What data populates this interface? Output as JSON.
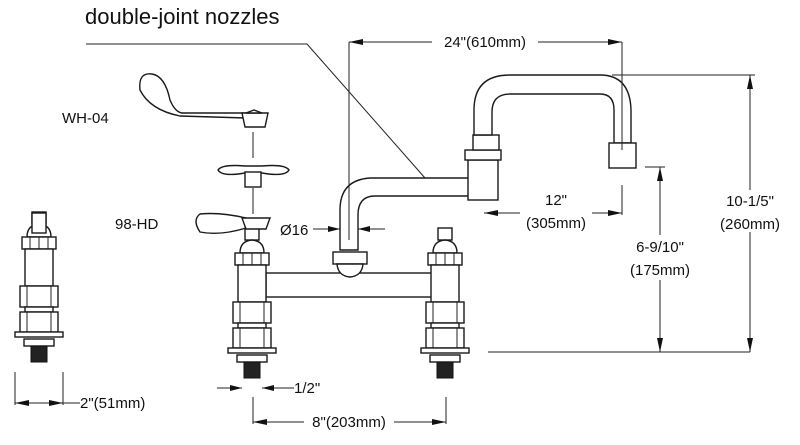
{
  "title": "double-joint nozzles",
  "handles": {
    "wh04": "WH-04",
    "hd98": "98-HD"
  },
  "dimensions": {
    "overall_reach": "24\"(610mm)",
    "pipe_diameter": "Ø16",
    "nozzle_reach_in": "12\"",
    "nozzle_reach_mm": "(305mm)",
    "spout_clearance_in": "6-9/10\"",
    "spout_clearance_mm": "(175mm)",
    "overall_height_in": "10-1/5\"",
    "overall_height_mm": "(260mm)",
    "thread": "1/2\"",
    "centers": "8\"(203mm)",
    "shank_length": "2\"(51mm)"
  }
}
